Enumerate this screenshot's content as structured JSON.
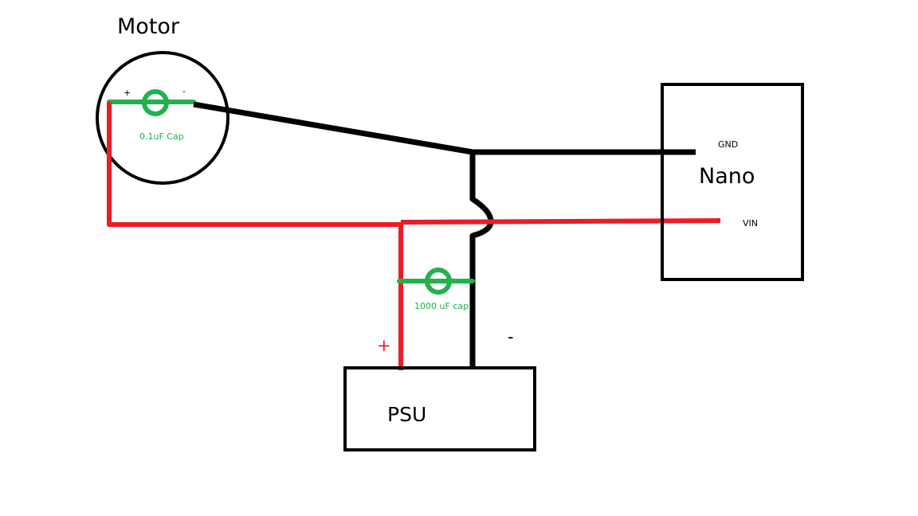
{
  "colors": {
    "background": "#ffffff",
    "wire_black": "#000000",
    "wire_red": "#ed1c24",
    "capacitor": "#22b14c"
  },
  "motor": {
    "title": "Motor",
    "plus": "+",
    "minus": "-",
    "cap_label": "0.1uF Cap"
  },
  "nano": {
    "title": "Nano",
    "gnd": "GND",
    "vin": "VIN"
  },
  "psu": {
    "title": "PSU",
    "plus": "+",
    "minus": "-",
    "cap_label": "1000 uF cap"
  }
}
